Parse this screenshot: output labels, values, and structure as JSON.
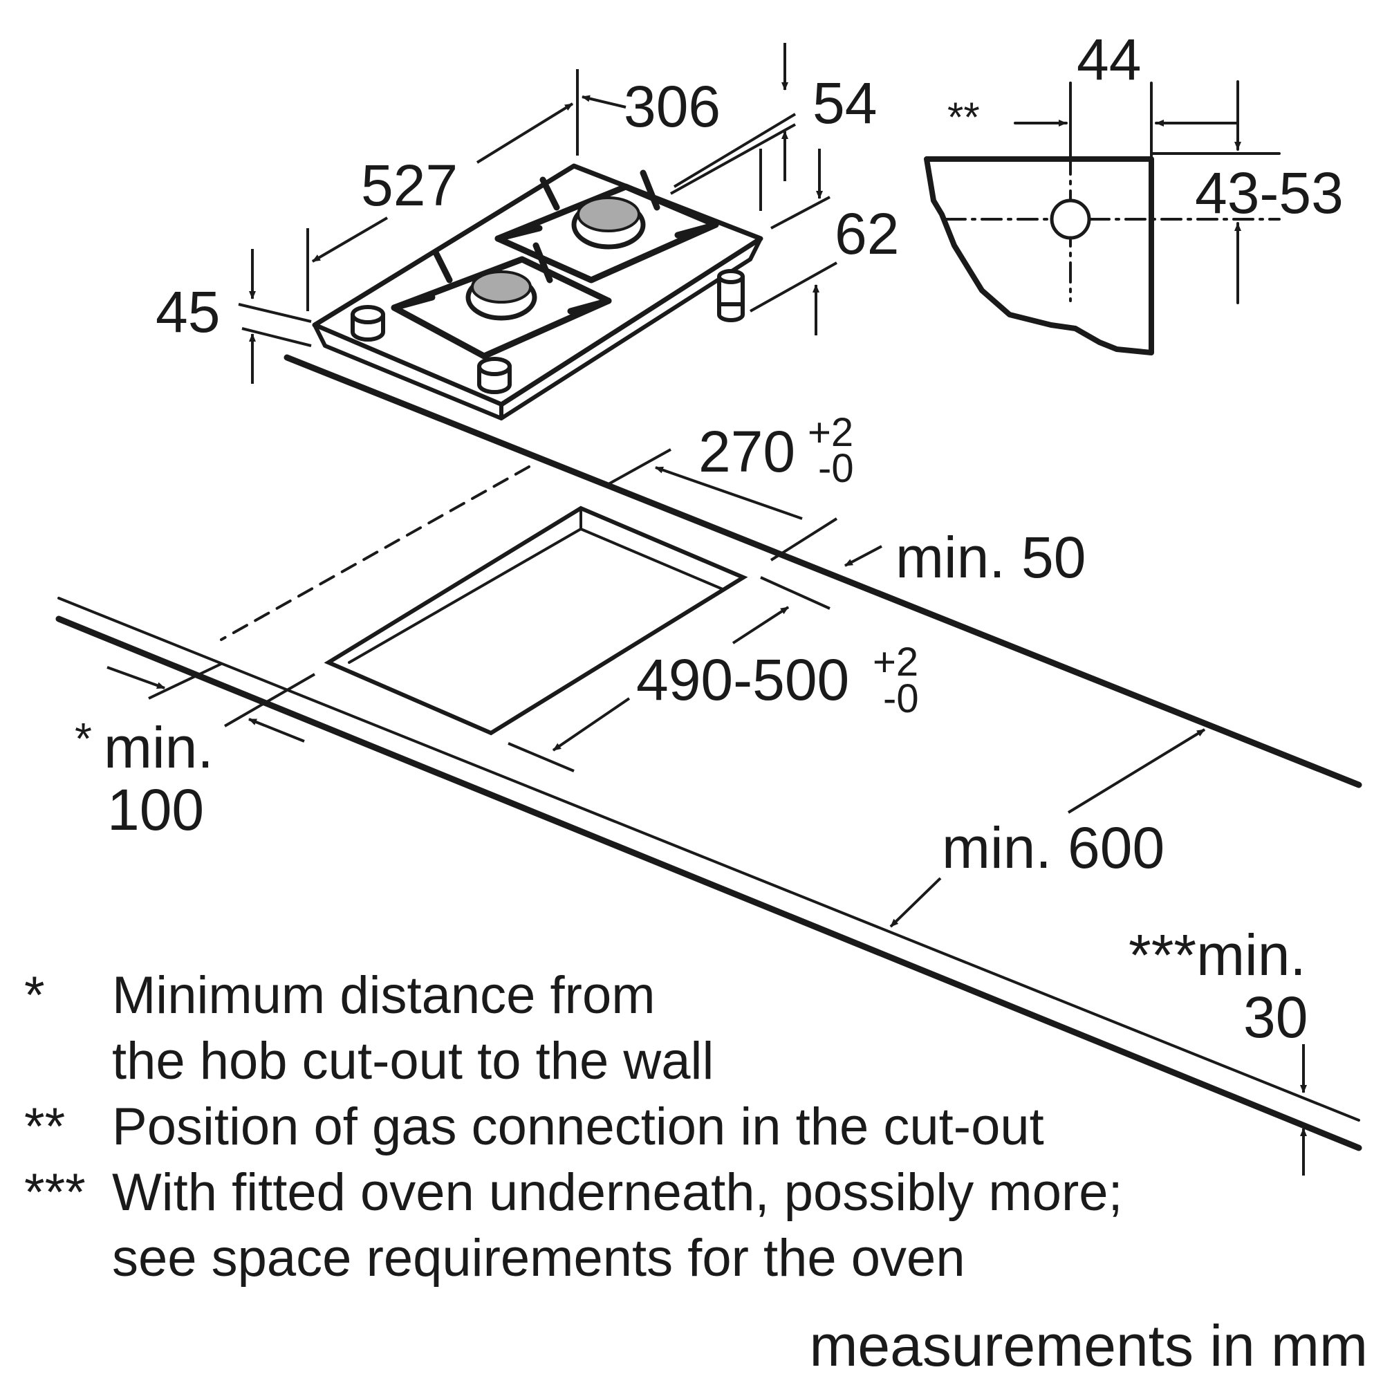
{
  "colors": {
    "ink": "#1a1a1a",
    "burner": "#aaaaaa",
    "background": "#ffffff"
  },
  "dimensions": {
    "hob_depth": "527",
    "hob_width": "306",
    "height_54": "54",
    "height_62": "62",
    "height_45": "45",
    "detail_44": "44",
    "detail_stars": "**",
    "detail_43_53": "43-53",
    "cutout_width": "270",
    "cutout_width_tol_plus": "+2",
    "cutout_width_tol_minus": "-0",
    "cutout_depth": "490-500",
    "cutout_depth_tol_plus": "+2",
    "cutout_depth_tol_minus": "-0",
    "min_50": "min. 50",
    "min_100_star": "*",
    "min_100_line1": "min.",
    "min_100_line2": "100",
    "min_600": "min. 600",
    "min_30_line1": "***min.",
    "min_30_line2": "30"
  },
  "notes": [
    {
      "mark": "*",
      "lines": [
        "Minimum distance from",
        "the hob cut-out to the wall"
      ]
    },
    {
      "mark": "**",
      "lines": [
        "Position of gas connection in the cut-out"
      ]
    },
    {
      "mark": "***",
      "lines": [
        "With fitted oven underneath, possibly more;",
        "see space requirements for the oven"
      ]
    }
  ],
  "footer": "measurements in mm"
}
